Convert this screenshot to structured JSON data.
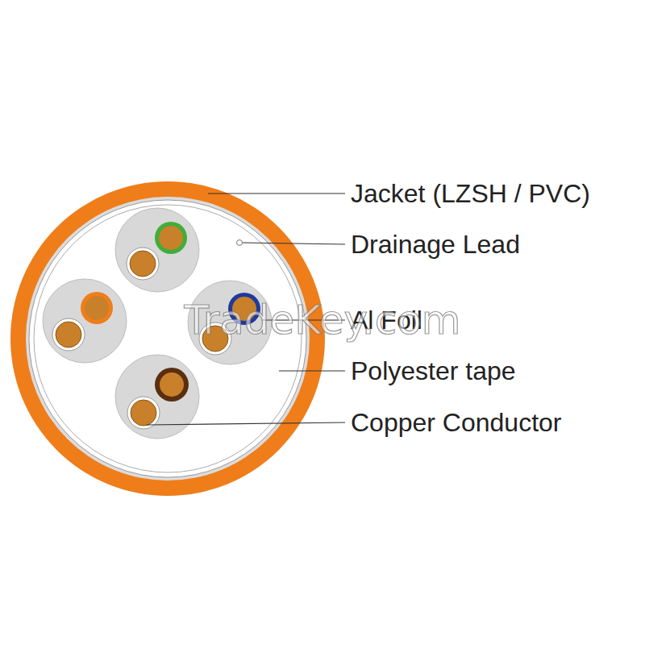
{
  "diagram": {
    "labels": [
      "Jacket (LZSH / PVC)",
      "Drainage Lead",
      "Al Foil",
      "Polyester tape",
      "Copper Conductor",
      "TradeKey.com"
    ]
  }
}
